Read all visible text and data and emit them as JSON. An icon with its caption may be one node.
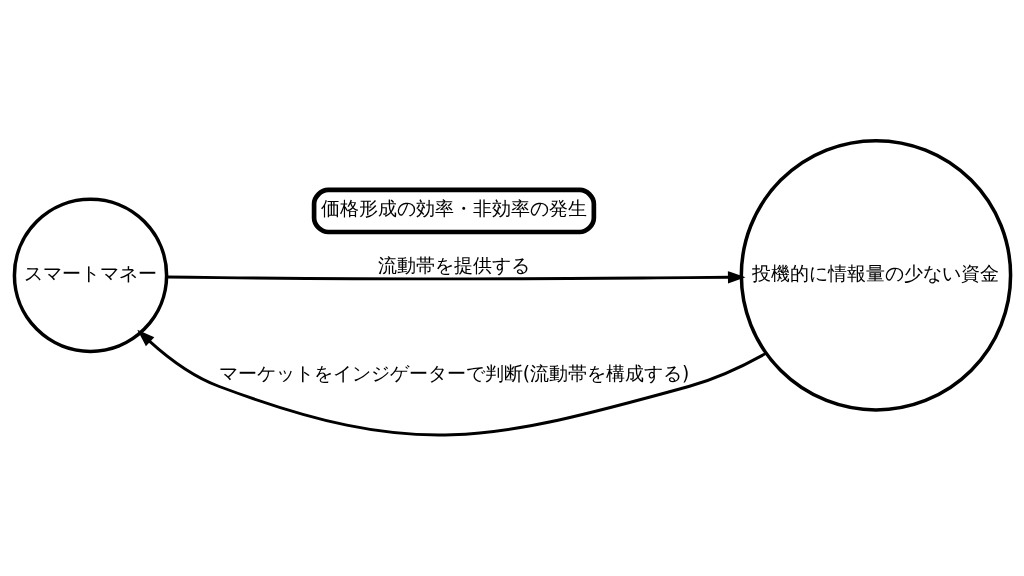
{
  "diagram": {
    "nodes": [
      {
        "text": [
          "スマートマネー"
        ]
      },
      {
        "text": [
          "価格形成の効率・非効率の発生"
        ]
      },
      {
        "text": [
          "投機的に情報量の少ない資金"
        ]
      }
    ],
    "edges": [
      {
        "from": 2,
        "to": 0,
        "arrow": "to",
        "label": "マーケットをインジゲーターで判断(流動帯を構成する)"
      },
      {
        "from": 0,
        "to": 2,
        "arrow": "to",
        "label": "流動帯を提供する"
      }
    ]
  }
}
